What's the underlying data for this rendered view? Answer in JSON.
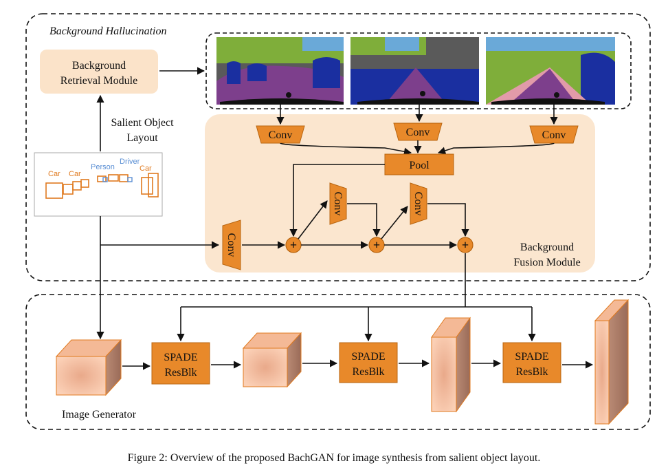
{
  "sections": {
    "hallucination_title": "Background Hallucination",
    "generator_title": "Image Generator"
  },
  "modules": {
    "retrieval": {
      "line1": "Background",
      "line2": "Retrieval Module"
    },
    "fusion": {
      "line1": "Background",
      "line2": "Fusion Module"
    }
  },
  "layout_label": {
    "line1": "Salient Object",
    "line2": "Layout"
  },
  "layout_thumbnail": {
    "labels": [
      "Car",
      "Car",
      "Person",
      "Driver",
      "Car"
    ]
  },
  "blocks": {
    "conv": "Conv",
    "pool": "Pool",
    "spade": {
      "line1": "SPADE",
      "line2": "ResBlk"
    }
  },
  "caption": "Figure 2: Overview of the proposed BachGAN for image synthesis from salient object layout.",
  "colors": {
    "orange": "#e8892a",
    "orange_dark": "#b86510",
    "fusion_bg": "#fbe6cf",
    "retrieval_bg": "#fbe3c9",
    "seg_sky": "#6aa9d8",
    "seg_veg": "#7fae3a",
    "seg_car": "#1a2fa0",
    "seg_road": "#7d3f8c",
    "seg_sidewalk": "#e29ba9"
  }
}
